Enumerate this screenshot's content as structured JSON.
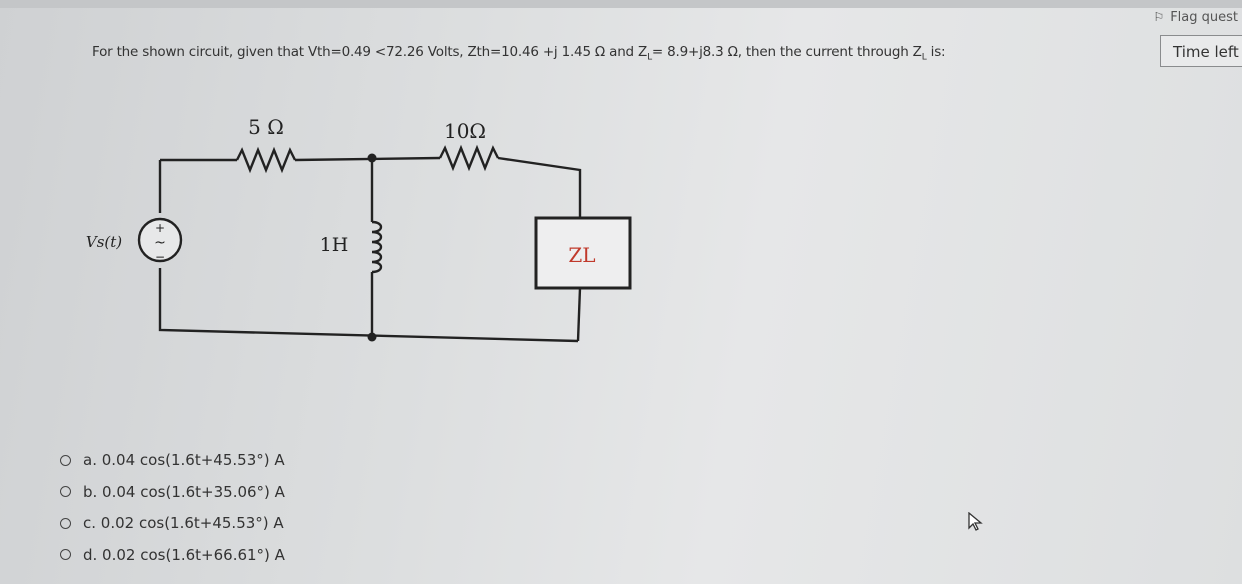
{
  "header": {
    "flag_label": "Flag quest",
    "time_label": "Time left"
  },
  "question": {
    "prefix": "For the shown circuit, given that Vth=0.49 <72.26 Volts, Zth=10.46 +j 1.45 Ω and Z",
    "sub1": "L",
    "mid": "= 8.9+j8.3 Ω, then the current through Z",
    "sub2": "L",
    "suffix": " is:"
  },
  "circuit": {
    "r1_label": "5 Ω",
    "r2_label": "10Ω",
    "inductor_label": "1H",
    "load_label": "ZL",
    "source_label": "Vs(t)",
    "load_color": "#c0392b"
  },
  "answers": [
    {
      "text": "a. 0.04 cos(1.6t+45.53°) A"
    },
    {
      "text": "b. 0.04 cos(1.6t+35.06°) A"
    },
    {
      "text": "c. 0.02 cos(1.6t+45.53°) A"
    },
    {
      "text": "d. 0.02 cos(1.6t+66.61°) A"
    }
  ]
}
